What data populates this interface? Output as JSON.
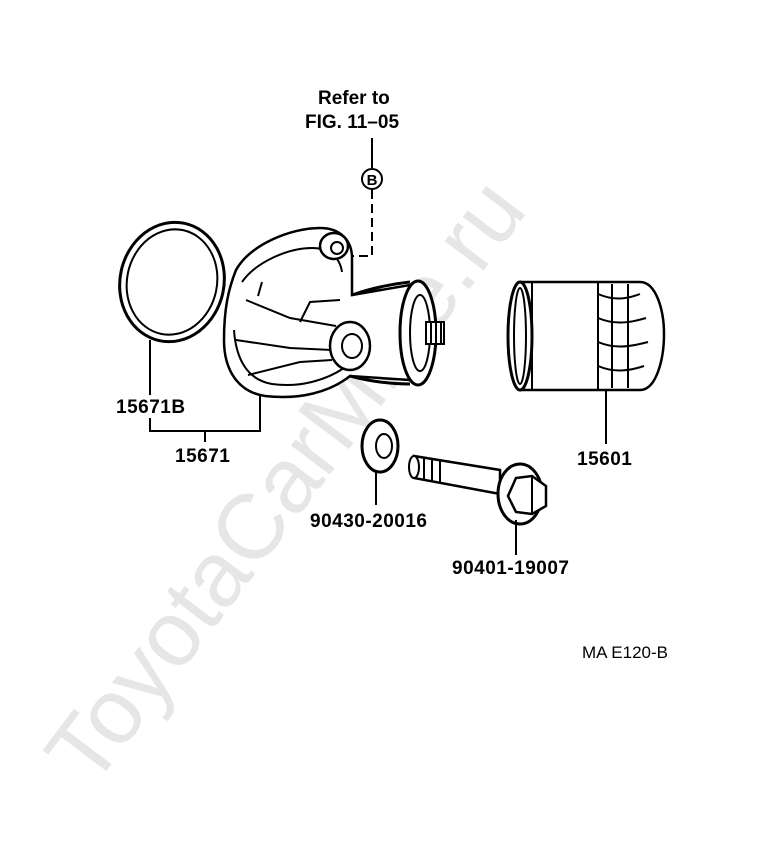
{
  "watermark": "ToyotaCarMine.ru",
  "reference": {
    "line1": "Refer to",
    "line2": "FIG. 11–05",
    "marker": "B"
  },
  "parts": {
    "gasket": "15671B",
    "housing_assembly": "15671",
    "filter": "15601",
    "washer": "90430-20016",
    "bolt": "90401-19007"
  },
  "drawing_code": "MA E120-B"
}
